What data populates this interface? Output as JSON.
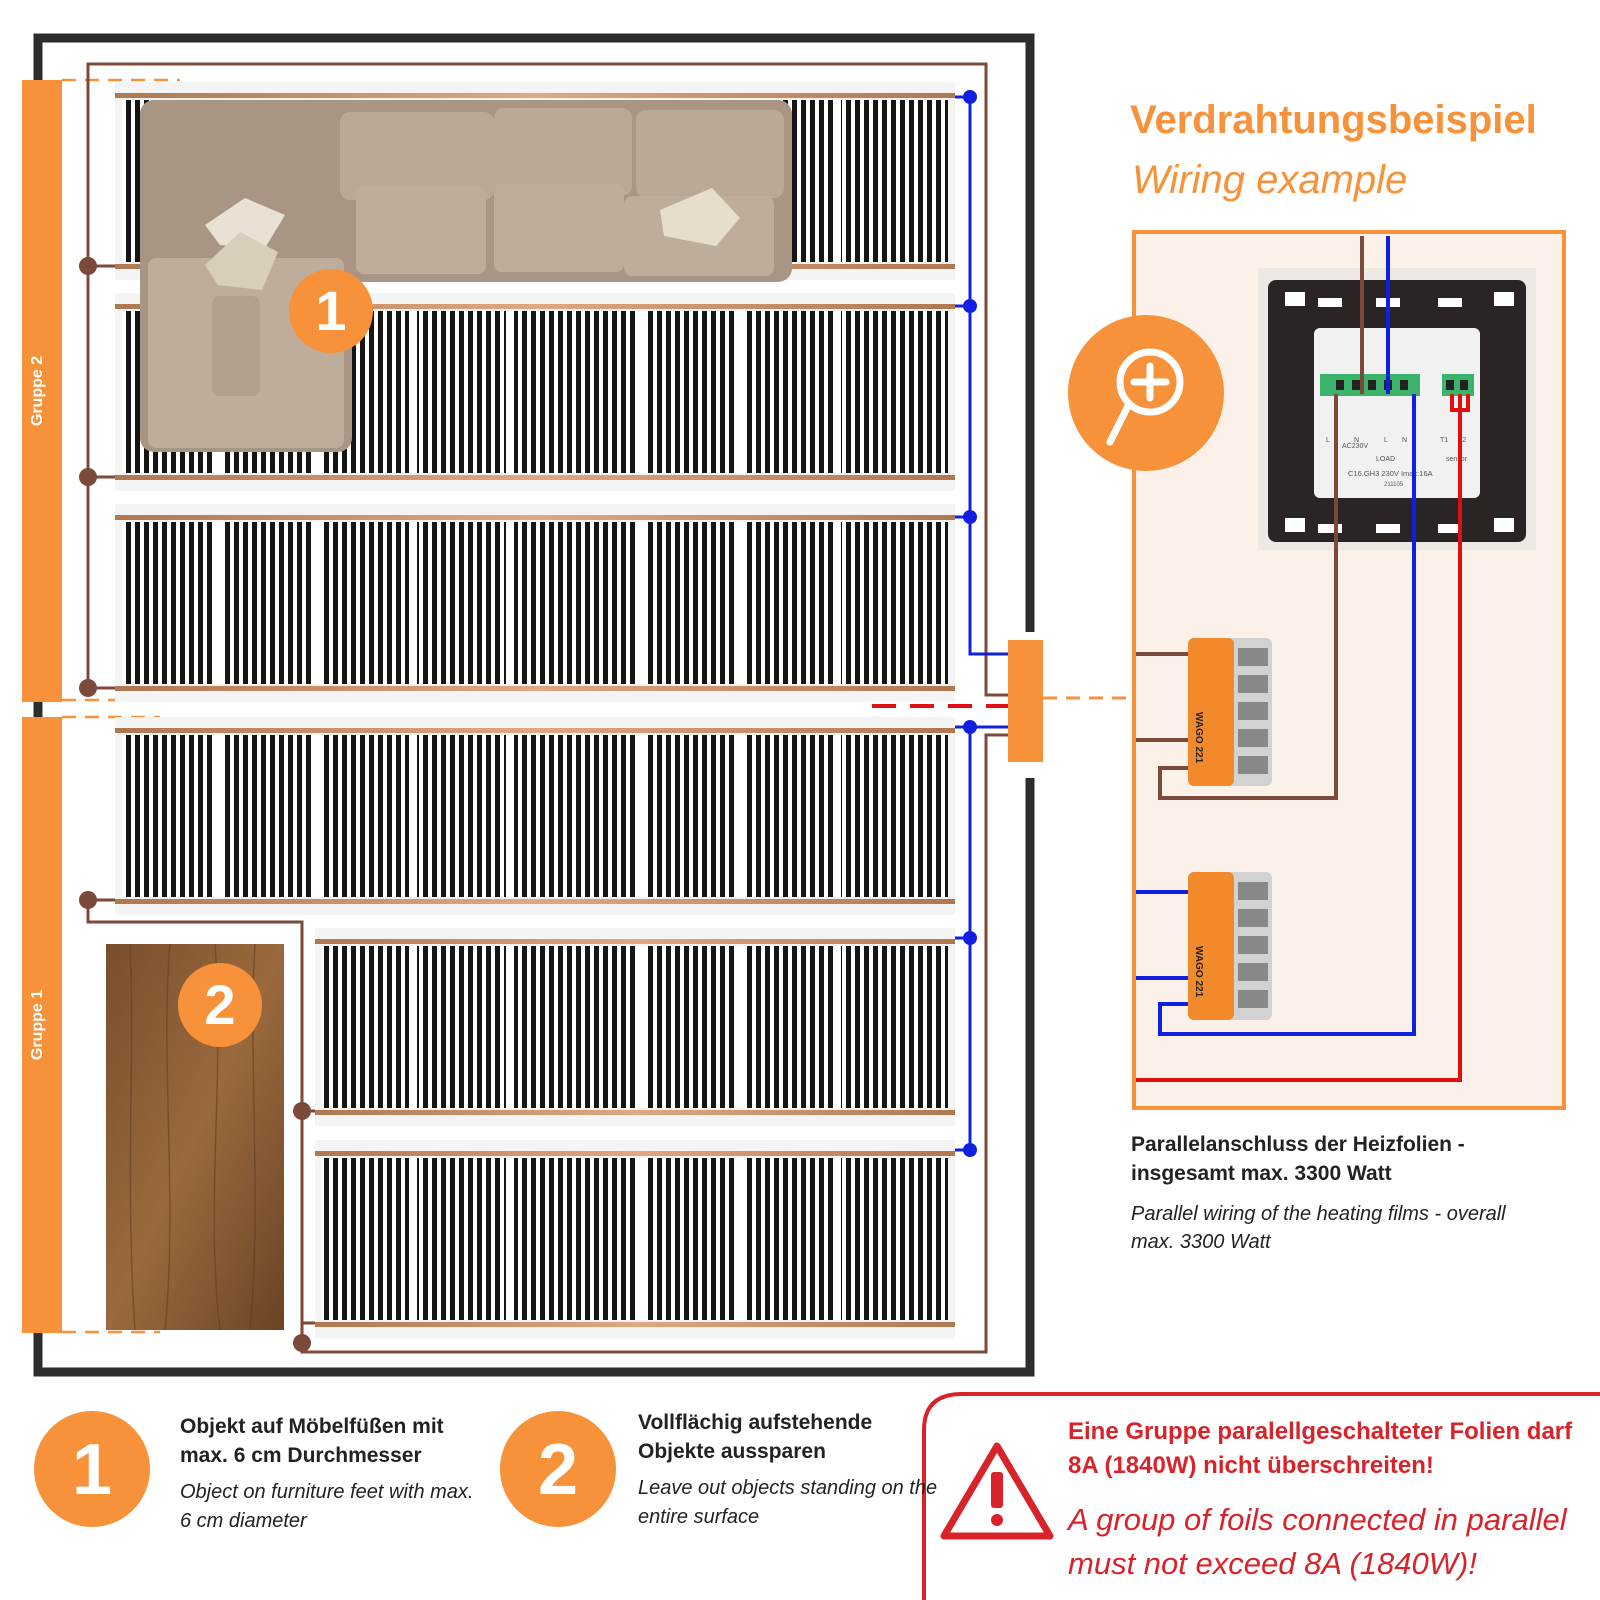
{
  "heading": {
    "de": "Verdrahtungsbeispiel",
    "en": "Wiring example"
  },
  "groups": [
    {
      "label": "Gruppe 2"
    },
    {
      "label": "Gruppe 1"
    }
  ],
  "markers": [
    {
      "num": "1"
    },
    {
      "num": "2"
    }
  ],
  "parallel_note": {
    "de": "Parallelanschluss der Heizfolien - insgesamt max. 3300 Watt",
    "en": "Parallel wiring of the heating films - overall max. 3300 Watt"
  },
  "legend": [
    {
      "num": "1",
      "de": "Objekt auf Möbelfüßen mit max. 6 cm Durchmesser",
      "en": "Object on furniture feet with max. 6 cm diameter"
    },
    {
      "num": "2",
      "de": "Vollflächig aufstehende Objekte aussparen",
      "en": "Leave out objects standing on the entire surface"
    }
  ],
  "warning": {
    "de": "Eine Gruppe paralellgeschalteter Folien darf 8A (1840W) nicht überschreiten!",
    "en": "A group of foils connected in parallel must not exceed 8A (1840W)!"
  },
  "thermostat": {
    "terminals": [
      "L",
      "N",
      "L",
      "N",
      "T1",
      "T2"
    ],
    "labels": [
      "AC230V",
      "LOAD",
      "sensor"
    ],
    "spec": "C16.GH3 230V Imax:16A",
    "code": "211105"
  },
  "connector_label": "WAGO 221",
  "colors": {
    "orange": "#f7923a",
    "brown": "#7b4a3a",
    "blue": "#1020e0",
    "red": "#e01010",
    "warning": "#d8232a",
    "frame": "#2d2d2d"
  }
}
